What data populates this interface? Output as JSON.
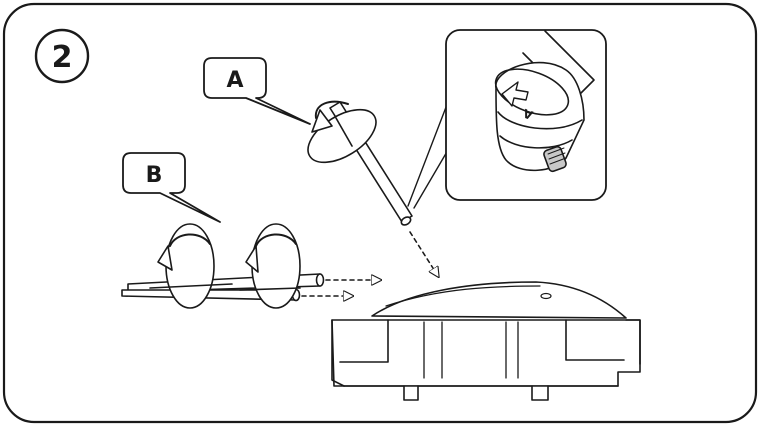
{
  "step": {
    "number": "2"
  },
  "callouts": {
    "a": {
      "label": "A"
    },
    "b": {
      "label": "B"
    }
  },
  "detail_inset": {
    "marking": "A"
  },
  "colors": {
    "stroke": "#1a1a1a",
    "fill": "#ffffff",
    "thread": "#c8c8c8"
  }
}
